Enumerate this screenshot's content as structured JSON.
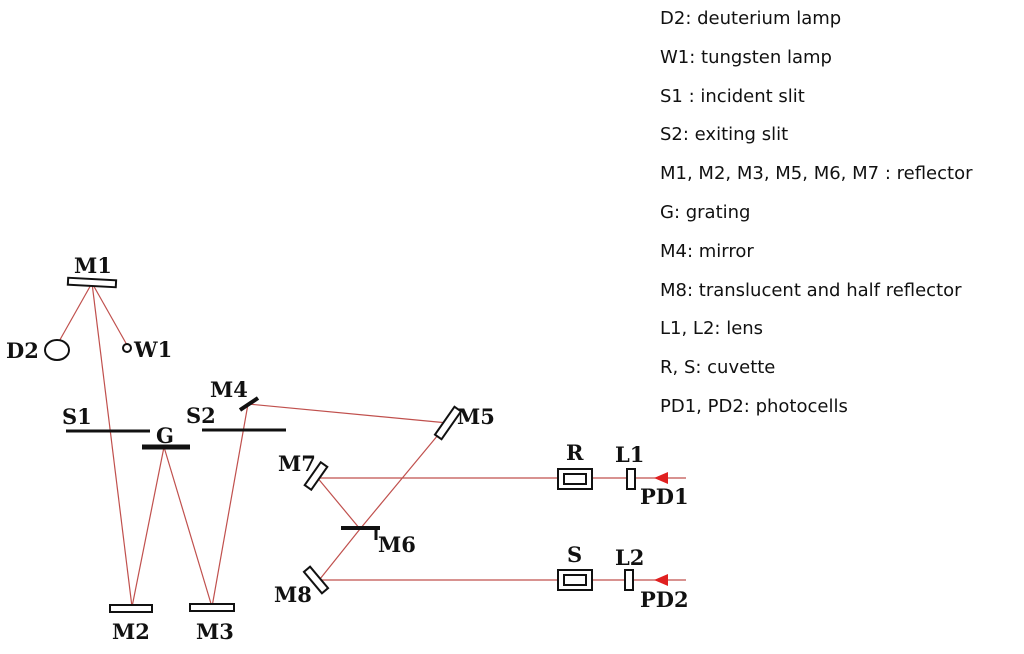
{
  "legend": [
    "D2: deuterium lamp",
    "W1: tungsten lamp",
    "S1 : incident slit",
    "S2: exiting slit",
    "M1, M2, M3, M5, M6, M7 : reflector",
    "G: grating",
    "M4: mirror",
    "M8: translucent and half reflector",
    "L1, L2: lens",
    "R, S: cuvette",
    "PD1, PD2: photocells"
  ],
  "labels": {
    "m1": "M1",
    "d2": "D2",
    "w1": "W1",
    "s1": "S1",
    "g": "G",
    "s2": "S2",
    "m4": "M4",
    "m5": "M5",
    "m7": "M7",
    "m6": "M6",
    "m8": "M8",
    "m2": "M2",
    "m3": "M3",
    "r": "R",
    "l1": "L1",
    "pd1": "PD1",
    "s": "S",
    "l2": "L2",
    "pd2": "PD2"
  },
  "colors": {
    "beam": "#c0504d",
    "component": "#111111",
    "arrow": "#e02020"
  }
}
